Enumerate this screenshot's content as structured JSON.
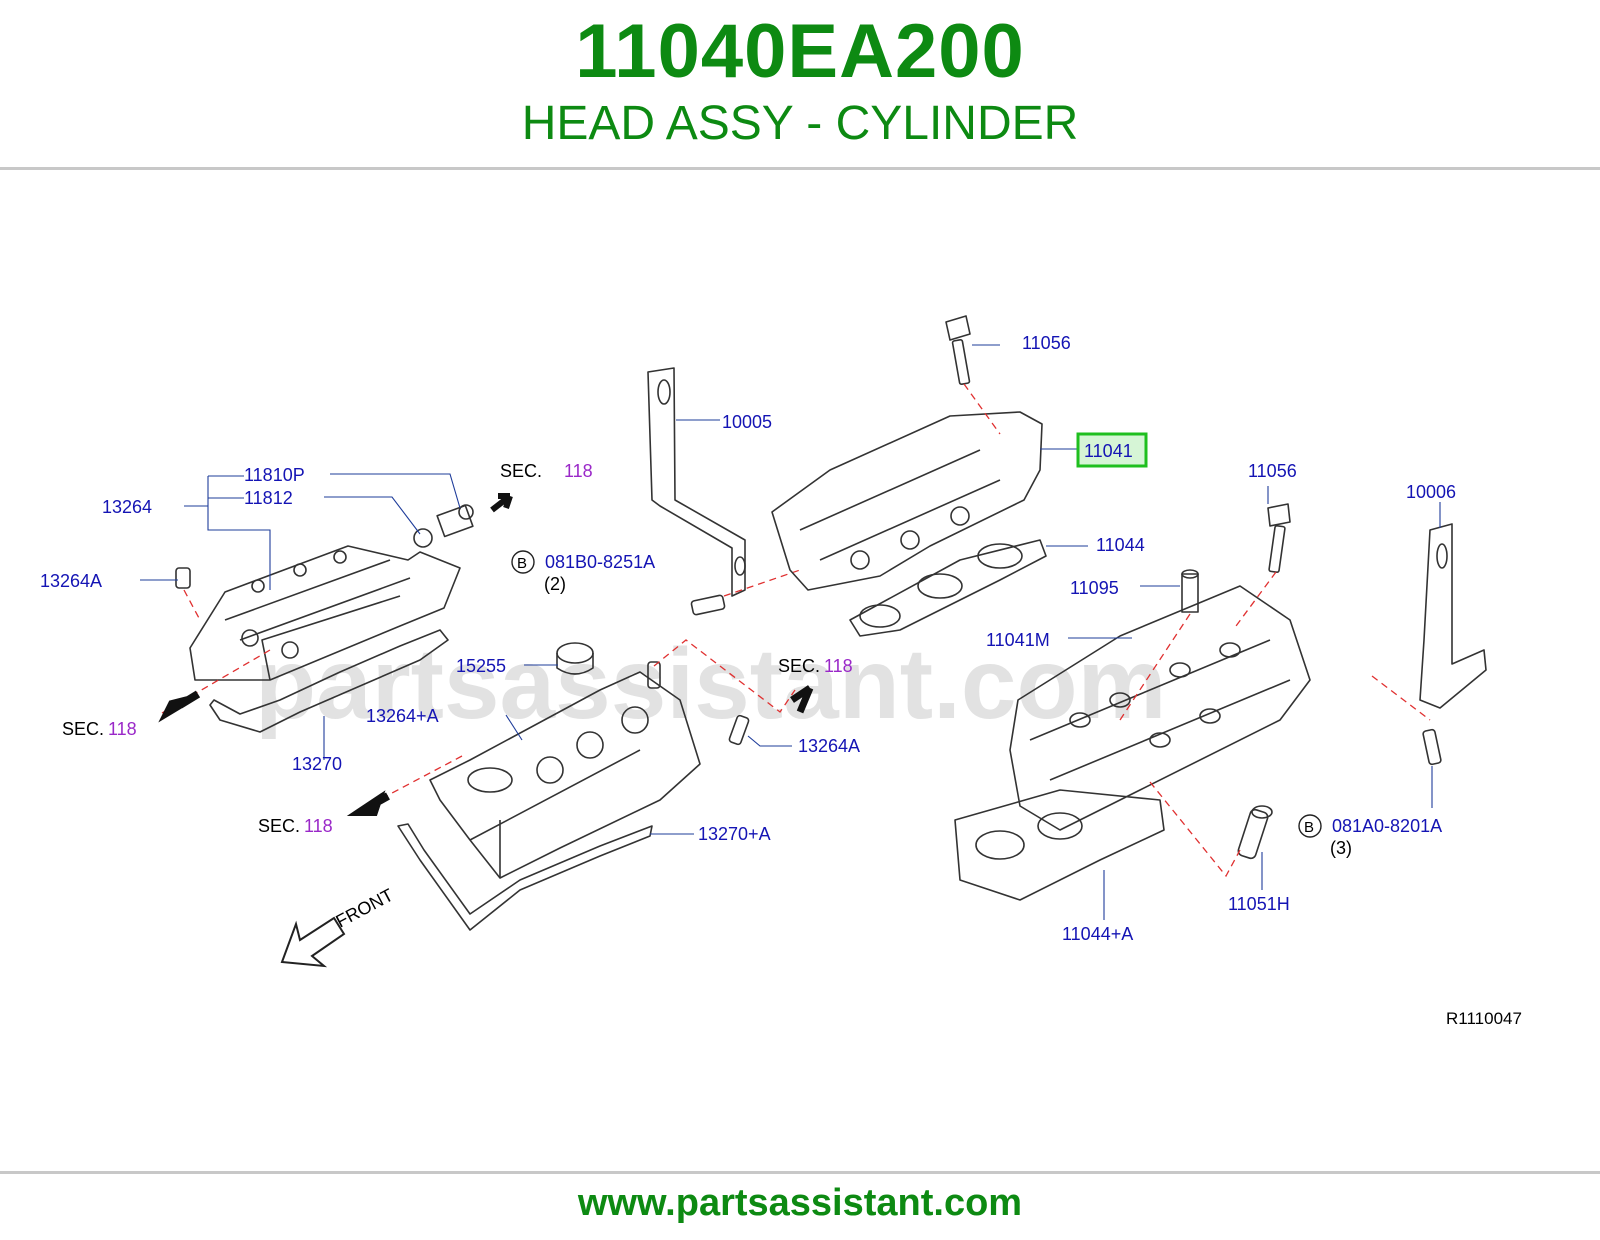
{
  "header": {
    "part_number": "11040EA200",
    "title": "HEAD ASSY - CYLINDER"
  },
  "diagram": {
    "watermark": "partsassistant.com",
    "reference_code": "R1110047",
    "front_label": "FRONT",
    "highlight_color": "#1fbf1f",
    "callouts": {
      "c11056_top": "11056",
      "c10005": "10005",
      "c11041": "11041",
      "c11810P": "11810P",
      "c11812": "11812",
      "c13264": "13264",
      "c13264A_left": "13264A",
      "c081B0": "081B0-8251A",
      "c081B0_qty": "(2)",
      "c11044": "11044",
      "c11056_right": "11056",
      "c10006": "10006",
      "c11095": "11095",
      "c11041M": "11041M",
      "c15255": "15255",
      "c13264pA": "13264+A",
      "c13270": "13270",
      "c13264A_mid": "13264A",
      "c13270pA": "13270+A",
      "c081A0": "081A0-8201A",
      "c081A0_qty": "(3)",
      "c11051H": "11051H",
      "c11044pA": "11044+A"
    },
    "bolt_marker": "B",
    "sec": {
      "prefix": "SEC.",
      "number": "118"
    }
  },
  "footer": {
    "url": "www.partsassistant.com"
  }
}
